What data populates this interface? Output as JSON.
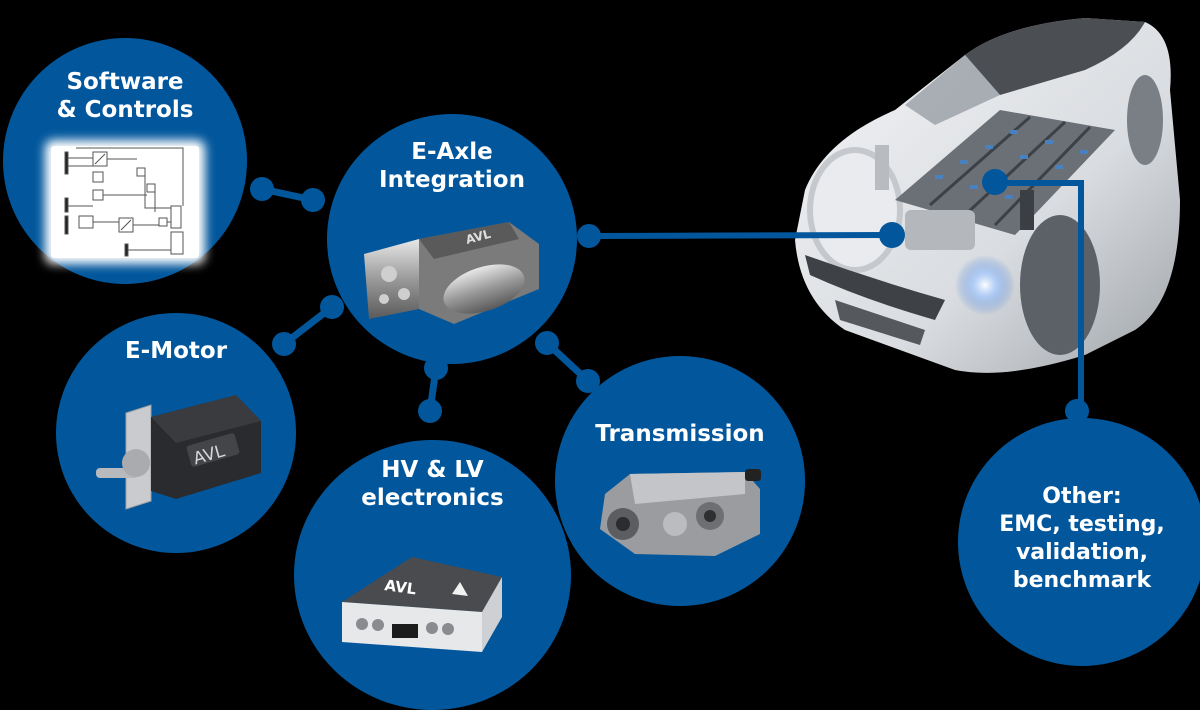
{
  "diagram": {
    "colors": {
      "background": "#000000",
      "bubble": "#02579c",
      "text": "#ffffff",
      "connector": "#02579c"
    },
    "nodes": [
      {
        "id": "software-controls",
        "label": "Software\n& Controls",
        "image": "control-block-diagram"
      },
      {
        "id": "e-axle",
        "label": "E-Axle\nIntegration",
        "image": "e-axle-unit",
        "brand": "AVL"
      },
      {
        "id": "e-motor",
        "label": "E-Motor",
        "image": "electric-motor",
        "brand": "AVL"
      },
      {
        "id": "hv-lv",
        "label": "HV & LV\nelectronics",
        "image": "power-electronics-box",
        "brand": "AVL"
      },
      {
        "id": "transmission",
        "label": "Transmission",
        "image": "gearbox"
      },
      {
        "id": "other",
        "label": "Other:\nEMC, testing,\nvalidation,\nbenchmark"
      }
    ],
    "vehicle": {
      "image": "electric-car-cutaway",
      "callouts": [
        "e-axle",
        "battery-pack"
      ]
    },
    "edges": [
      {
        "from": "software-controls",
        "to": "e-axle"
      },
      {
        "from": "e-motor",
        "to": "e-axle"
      },
      {
        "from": "hv-lv",
        "to": "e-axle"
      },
      {
        "from": "transmission",
        "to": "e-axle"
      },
      {
        "from": "e-axle",
        "to": "vehicle"
      },
      {
        "from": "vehicle",
        "to": "other"
      }
    ],
    "brand_mark": "AVL"
  }
}
